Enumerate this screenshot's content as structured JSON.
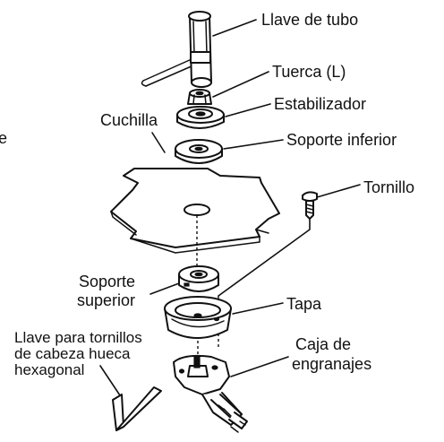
{
  "diagram": {
    "labels": {
      "llave_de_tubo": "Llave de tubo",
      "tuerca_l": "Tuerca (L)",
      "estabilizador": "Estabilizador",
      "cuchilla": "Cuchilla",
      "soporte_inferior": "Soporte inferior",
      "tornillo": "Tornillo",
      "soporte_superior_line1": "Soporte",
      "soporte_superior_line2": "superior",
      "tapa": "Tapa",
      "llave_hex_line1": "Llave para tornillos",
      "llave_hex_line2": "de cabeza hueca",
      "llave_hex_line3": "hexagonal",
      "caja_line1": "Caja de",
      "caja_line2": "engranajes",
      "edge_fragment": "e"
    },
    "parts": [
      {
        "name": "box-wrench",
        "icon": "box-wrench-icon"
      },
      {
        "name": "nut-l",
        "icon": "nut-icon"
      },
      {
        "name": "stabilizer",
        "icon": "stabilizer-icon"
      },
      {
        "name": "lower-support",
        "icon": "washer-icon"
      },
      {
        "name": "blade",
        "icon": "blade-icon"
      },
      {
        "name": "bolt",
        "icon": "bolt-icon"
      },
      {
        "name": "upper-support",
        "icon": "support-icon"
      },
      {
        "name": "cover",
        "icon": "cover-icon"
      },
      {
        "name": "gear-case",
        "icon": "gear-case-icon"
      },
      {
        "name": "hex-key",
        "icon": "hex-key-icon"
      }
    ],
    "colors": {
      "line": "#111111",
      "background": "#ffffff"
    }
  }
}
